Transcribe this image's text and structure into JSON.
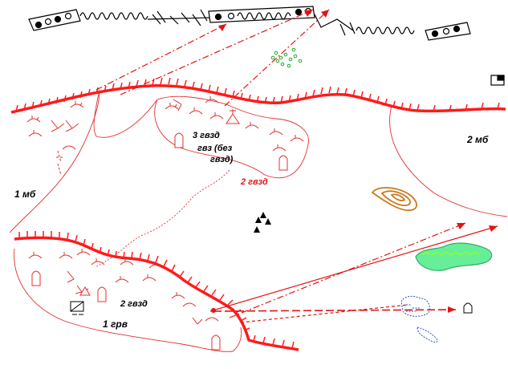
{
  "labels": {
    "unit_1mb": "1 мб",
    "unit_2mb": "2 мб",
    "battery_3": "3 гвзд",
    "battery_3_cont": "гвз (без",
    "battery_3_cont2": "гвзд)",
    "battery_2_upper": "2 гвзд",
    "battery_2_lower": "2 гвзд",
    "unit_1grv": "1 грв"
  },
  "colors": {
    "front_line": "#ff1a1a",
    "boundary": "#e23030",
    "arrows": "#e01515",
    "enemy_fortification": "#000000",
    "hill_contour": "#c87a1e",
    "forest_green": "#33cc66",
    "forest_fill": "#66ee99",
    "water": "#3050c0",
    "shrubs": "#22aa22",
    "infantry": "#000000"
  },
  "icons": {
    "enemy_wire": "wire-obstacle-icon",
    "hill": "hill-contour-icon",
    "forest": "forest-icon",
    "shrubs": "shrubs-icon",
    "enemy_infantry": "infantry-triangles-icon",
    "command_post": "command-post-icon",
    "observation_post": "observation-post-icon",
    "marsh": "marsh-icon",
    "target_post": "target-post-icon"
  }
}
